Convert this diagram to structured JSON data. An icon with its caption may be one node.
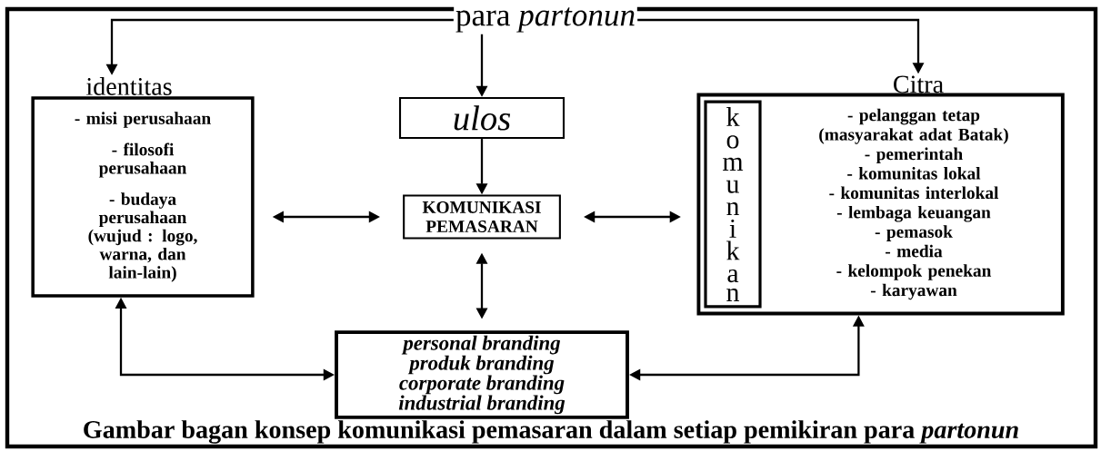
{
  "diagram": {
    "caption": "Gambar bagan konsep komunikasi pemasaran dalam setiap pemikiran para *partonun*",
    "nodes": [
      {
        "text": [
          "para *partonun*"
        ]
      },
      {
        "text": [
          "identitas",
          "- misi perusahaan",
          "- filosofi perusahaan",
          "- budaya perusahaan (wujud : logo, warna, dan lain-lain)"
        ]
      },
      {
        "text": [
          "ulos"
        ]
      },
      {
        "text": [
          "KOMUNIKASI PEMASARAN"
        ]
      },
      {
        "text": [
          "Citra"
        ]
      },
      {
        "text": [
          "komunikan"
        ],
        "in": 4
      },
      {
        "text": [
          "- pelanggan tetap (masyarakat adat Batak)",
          "- pemerintah",
          "- komunitas lokal",
          "- komunitas interlokal",
          "- lembaga keuangan",
          "- pemasok",
          "- media",
          "- kelompok penekan",
          "- karyawan"
        ],
        "in": 4
      },
      {
        "text": [
          "personal branding",
          "produk branding",
          "corporate branding",
          "industrial branding"
        ]
      }
    ],
    "edges": [
      {
        "from": 0,
        "to": 1,
        "arrow": "to"
      },
      {
        "from": 0,
        "to": 2,
        "arrow": "to"
      },
      {
        "from": 0,
        "to": 4,
        "arrow": "to"
      },
      {
        "from": 2,
        "to": 3,
        "arrow": "to"
      },
      {
        "from": 1,
        "to": 3,
        "arrow": "both"
      },
      {
        "from": 3,
        "to": 4,
        "arrow": "both"
      },
      {
        "from": 3,
        "to": 7,
        "arrow": "both"
      },
      {
        "from": 1,
        "to": 7,
        "arrow": "both"
      },
      {
        "from": 4,
        "to": 7,
        "arrow": "both"
      }
    ]
  }
}
